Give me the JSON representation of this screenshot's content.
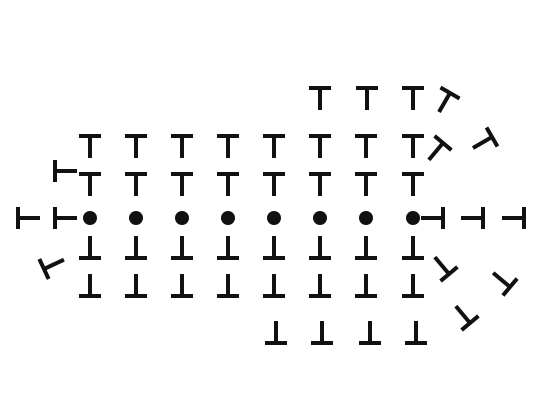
{
  "diagram": {
    "type": "crochet-stitch-chart",
    "stitch_symbol": "half-double-crochet",
    "center_symbol": "dot",
    "ink_color": "#111111",
    "background": "#ffffff",
    "center_dot_count": 8,
    "rows": [
      {
        "name": "row-top",
        "stitches": 4,
        "slanted": 1
      },
      {
        "name": "row-upper",
        "stitches": 8,
        "slanted": 2
      },
      {
        "name": "row-above-center",
        "stitches": 8,
        "slanted": 1
      },
      {
        "name": "row-center",
        "stitches": 8,
        "end-stitches": 5
      },
      {
        "name": "row-below-center",
        "stitches": 8,
        "slanted": 1
      },
      {
        "name": "row-lower",
        "stitches": 8,
        "slanted": 2
      },
      {
        "name": "row-bottom",
        "stitches": 4,
        "slanted": 1
      }
    ]
  }
}
